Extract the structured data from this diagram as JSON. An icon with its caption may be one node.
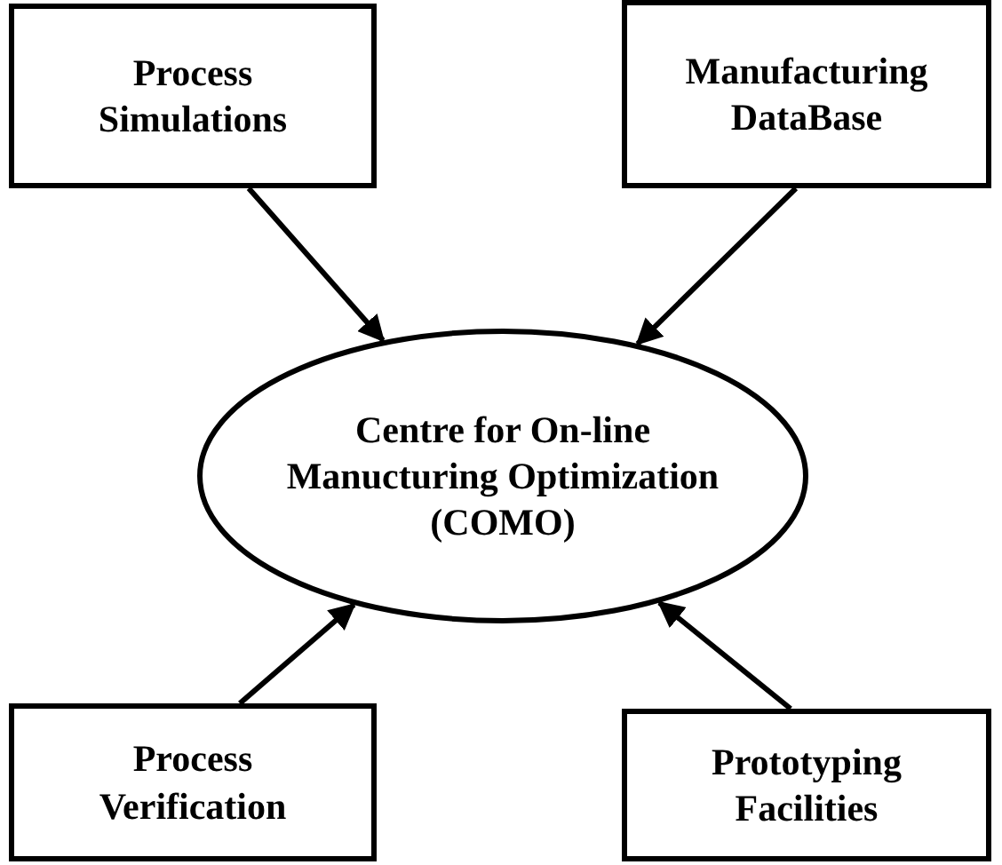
{
  "diagram": {
    "nodes": [
      {
        "text": [
          "Process Simulations"
        ]
      },
      {
        "text": [
          "Manufacturing DataBase"
        ]
      },
      {
        "text": [
          "Centre for On-line Manucturing Optimization (COMO)"
        ]
      },
      {
        "text": [
          "Process Verification"
        ]
      },
      {
        "text": [
          "Prototyping Facilities"
        ]
      }
    ],
    "edges": [
      {
        "from": 0,
        "to": 2,
        "arrow": "to"
      },
      {
        "from": 1,
        "to": 2,
        "arrow": "to"
      },
      {
        "from": 3,
        "to": 2,
        "arrow": "to"
      },
      {
        "from": 4,
        "to": 2,
        "arrow": "to"
      }
    ]
  }
}
